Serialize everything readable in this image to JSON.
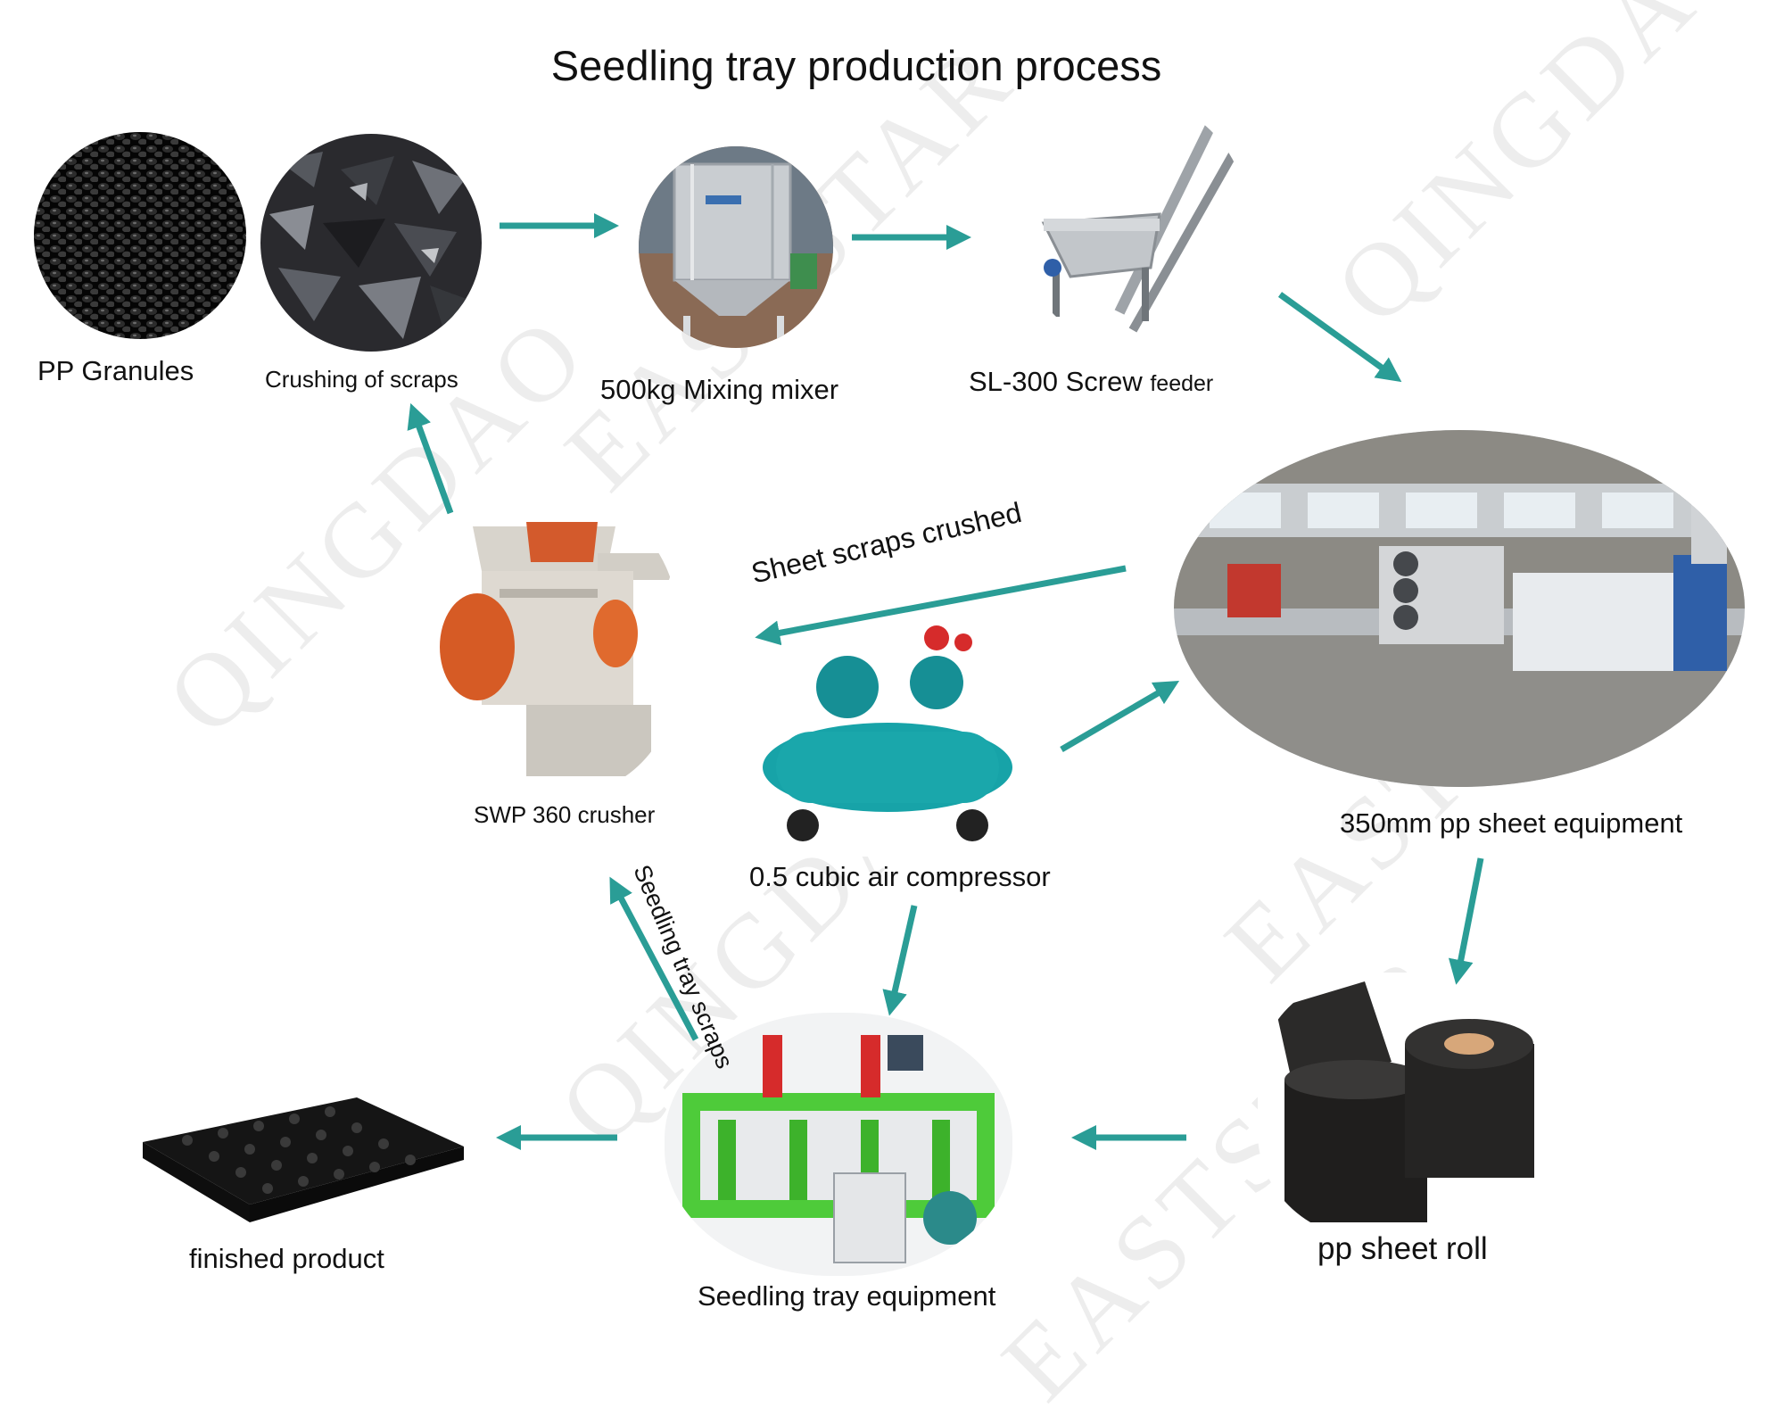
{
  "title": "Seedling tray production process",
  "watermark": [
    "QINGDAO",
    "EASTSTAR"
  ],
  "nodes": {
    "pp_granules": "PP Granules",
    "crushing_of_scraps": "Crushing of scraps",
    "mixing_mixer": "500kg Mixing mixer",
    "screw_feeder_main": "SL-300 Screw",
    "screw_feeder_suffix": "feeder",
    "sheet_equipment": "350mm pp sheet equipment",
    "crusher": "SWP 360 crusher",
    "air_compressor": "0.5 cubic air compressor",
    "sheet_roll": "pp sheet roll",
    "tray_equipment": "Seedling tray equipment",
    "finished_product": "finished product"
  },
  "edge_labels": {
    "sheet_scraps": "Sheet scraps crushed",
    "tray_scraps": "Seedling tray scraps"
  },
  "colors": {
    "arrow": "#2a9d96",
    "text": "#111111"
  }
}
